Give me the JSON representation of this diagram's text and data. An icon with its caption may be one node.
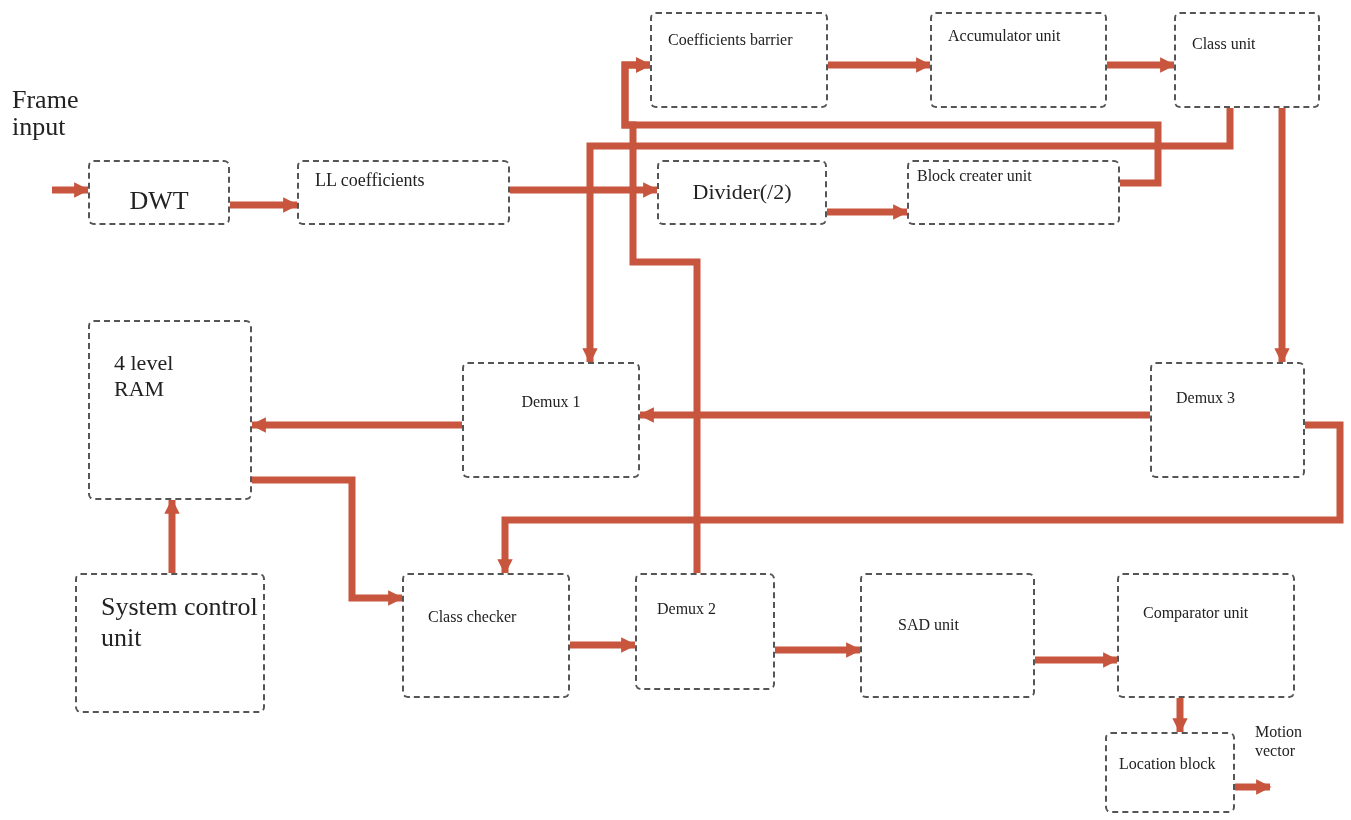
{
  "diagram": {
    "nodes": [
      {
        "text": [
          "DWT"
        ]
      },
      {
        "text": [
          "LL coefficients"
        ]
      },
      {
        "text": [
          "Coefficients barrier"
        ]
      },
      {
        "text": [
          "Accumulator unit"
        ]
      },
      {
        "text": [
          "Class unit"
        ]
      },
      {
        "text": [
          "Divider(/2)"
        ]
      },
      {
        "text": [
          "Block creater unit"
        ]
      },
      {
        "text": [
          "4 level RAM"
        ]
      },
      {
        "text": [
          "Demux 1"
        ]
      },
      {
        "text": [
          "Demux 3"
        ]
      },
      {
        "text": [
          "System control unit"
        ]
      },
      {
        "text": [
          "Class checker"
        ]
      },
      {
        "text": [
          "Demux 2"
        ]
      },
      {
        "text": [
          "SAD unit"
        ]
      },
      {
        "text": [
          "Comparator unit"
        ]
      },
      {
        "text": [
          "Location block"
        ]
      }
    ],
    "edges": [
      {
        "from": null,
        "to": 0,
        "arrow": "to"
      },
      {
        "from": 0,
        "to": 1,
        "arrow": "to"
      },
      {
        "from": 1,
        "to": 5,
        "arrow": "to"
      },
      {
        "from": 5,
        "to": 6,
        "arrow": "to"
      },
      {
        "from": 2,
        "to": 3,
        "arrow": "to"
      },
      {
        "from": 3,
        "to": 4,
        "arrow": "to"
      },
      {
        "from": 6,
        "to": 2,
        "arrow": "to"
      },
      {
        "from": 4,
        "to": 8,
        "arrow": "to"
      },
      {
        "from": 4,
        "to": 9,
        "arrow": "to"
      },
      {
        "from": 12,
        "to": 2,
        "arrow": "to"
      },
      {
        "from": 9,
        "to": 8,
        "arrow": "to"
      },
      {
        "from": 8,
        "to": 7,
        "arrow": "to"
      },
      {
        "from": 9,
        "to": 11,
        "arrow": "to"
      },
      {
        "from": 7,
        "to": 11,
        "arrow": "to"
      },
      {
        "from": 10,
        "to": 7,
        "arrow": "to"
      },
      {
        "from": 11,
        "to": 12,
        "arrow": "to"
      },
      {
        "from": 12,
        "to": 13,
        "arrow": "to"
      },
      {
        "from": 13,
        "to": 14,
        "arrow": "to"
      },
      {
        "from": 14,
        "to": 15,
        "arrow": "to"
      },
      {
        "from": 15,
        "to": null,
        "arrow": "to"
      }
    ],
    "labels": [
      "Frame input",
      "Motion vector"
    ]
  }
}
